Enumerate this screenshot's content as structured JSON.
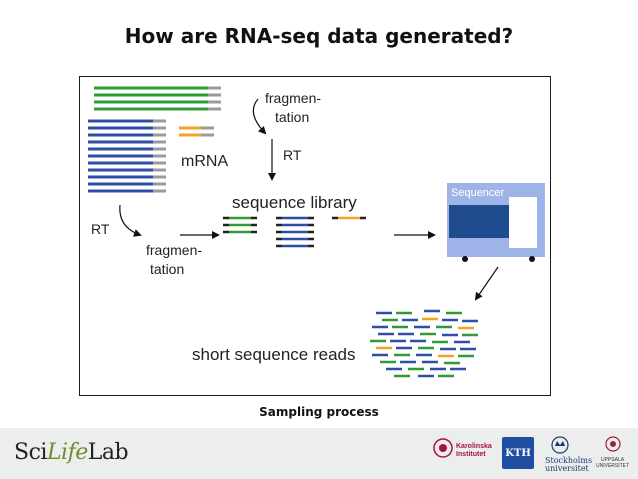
{
  "slide": {
    "title": "How are RNA-seq data generated?",
    "caption": "Sampling process"
  },
  "diagram": {
    "labels": {
      "fragmentation_top_1": "fragmen-",
      "fragmentation_top_2": "tation",
      "rt_top": "RT",
      "mrna": "mRNA",
      "sequence_library": "sequence library",
      "sequencer": "Sequencer",
      "rt_left": "RT",
      "fragmentation_bottom_1": "fragmen-",
      "fragmentation_bottom_2": "tation",
      "short_reads": "short sequence reads"
    },
    "colors": {
      "green": "#2f9a37",
      "blue": "#2f4ea8",
      "orange": "#f0a22a",
      "gray": "#9a9a9a",
      "sequencer_light": "#9eb4e8",
      "sequencer_dark": "#1f4c8f"
    }
  },
  "footer": {
    "logo_part1": "Sci",
    "logo_part2": "Life",
    "logo_part3": "Lab",
    "karolinska_1": "Karolinska",
    "karolinska_2": "Institutet",
    "kth": "KTH",
    "stockholms_1": "Stockholms",
    "stockholms_2": "universitet",
    "uppsala_1": "UPPSALA",
    "uppsala_2": "UNIVERSITET"
  }
}
